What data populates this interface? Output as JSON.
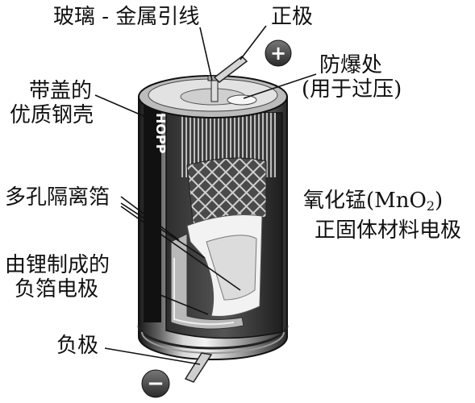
{
  "labels": {
    "glass_lead": "玻璃 - 金属引线",
    "positive_pole": "正极",
    "vent_line1": "防爆处",
    "vent_line2": "(用于过压)",
    "case_line1": "带盖的",
    "case_line2": "优质钢壳",
    "separator": "多孔隔离箔",
    "cathode_line1_pre": "氧化锰(MnO",
    "cathode_line1_sub": "2",
    "cathode_line1_post": ")",
    "cathode_line2": "正固体材料电极",
    "anode_line1": "由锂制成的",
    "anode_line2": "负箔电极",
    "negative_pole": "负极"
  },
  "symbols": {
    "plus": "+",
    "minus": "−"
  },
  "case_print": "HOPP"
}
